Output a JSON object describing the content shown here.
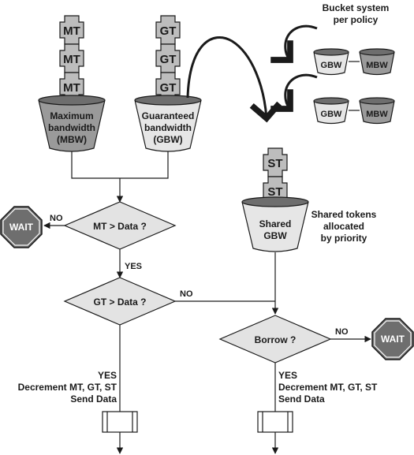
{
  "tokens": {
    "mt": "MT",
    "gt": "GT",
    "st": "ST"
  },
  "buckets": {
    "maximum": [
      "Maximum",
      "bandwidth",
      "(MBW)"
    ],
    "guaranteed": [
      "Guaranteed",
      "bandwidth",
      "(GBW)"
    ],
    "shared": [
      "Shared",
      "GBW"
    ]
  },
  "bucket_system": {
    "caption": [
      "Bucket system",
      "per policy"
    ],
    "gbw": "GBW",
    "mbw": "MBW"
  },
  "shared_caption": [
    "Shared tokens",
    "allocated",
    "by priority"
  ],
  "decisions": {
    "mt_check": "MT > Data ?",
    "gt_check": "GT > Data ?",
    "borrow": "Borrow ?"
  },
  "edge_labels": {
    "no": "NO",
    "yes": "YES"
  },
  "wait": "WAIT",
  "actions": {
    "decrement": "Decrement MT, GT, ST",
    "send": "Send Data"
  },
  "colors": {
    "token_fill": "#bdbdbd",
    "bucket_dark": "#9a9a9a",
    "bucket_light": "#e6e6e6",
    "decision_fill": "#e3e3e3",
    "stop_fill": "#6e6e6e",
    "line": "#1a1a1a"
  }
}
